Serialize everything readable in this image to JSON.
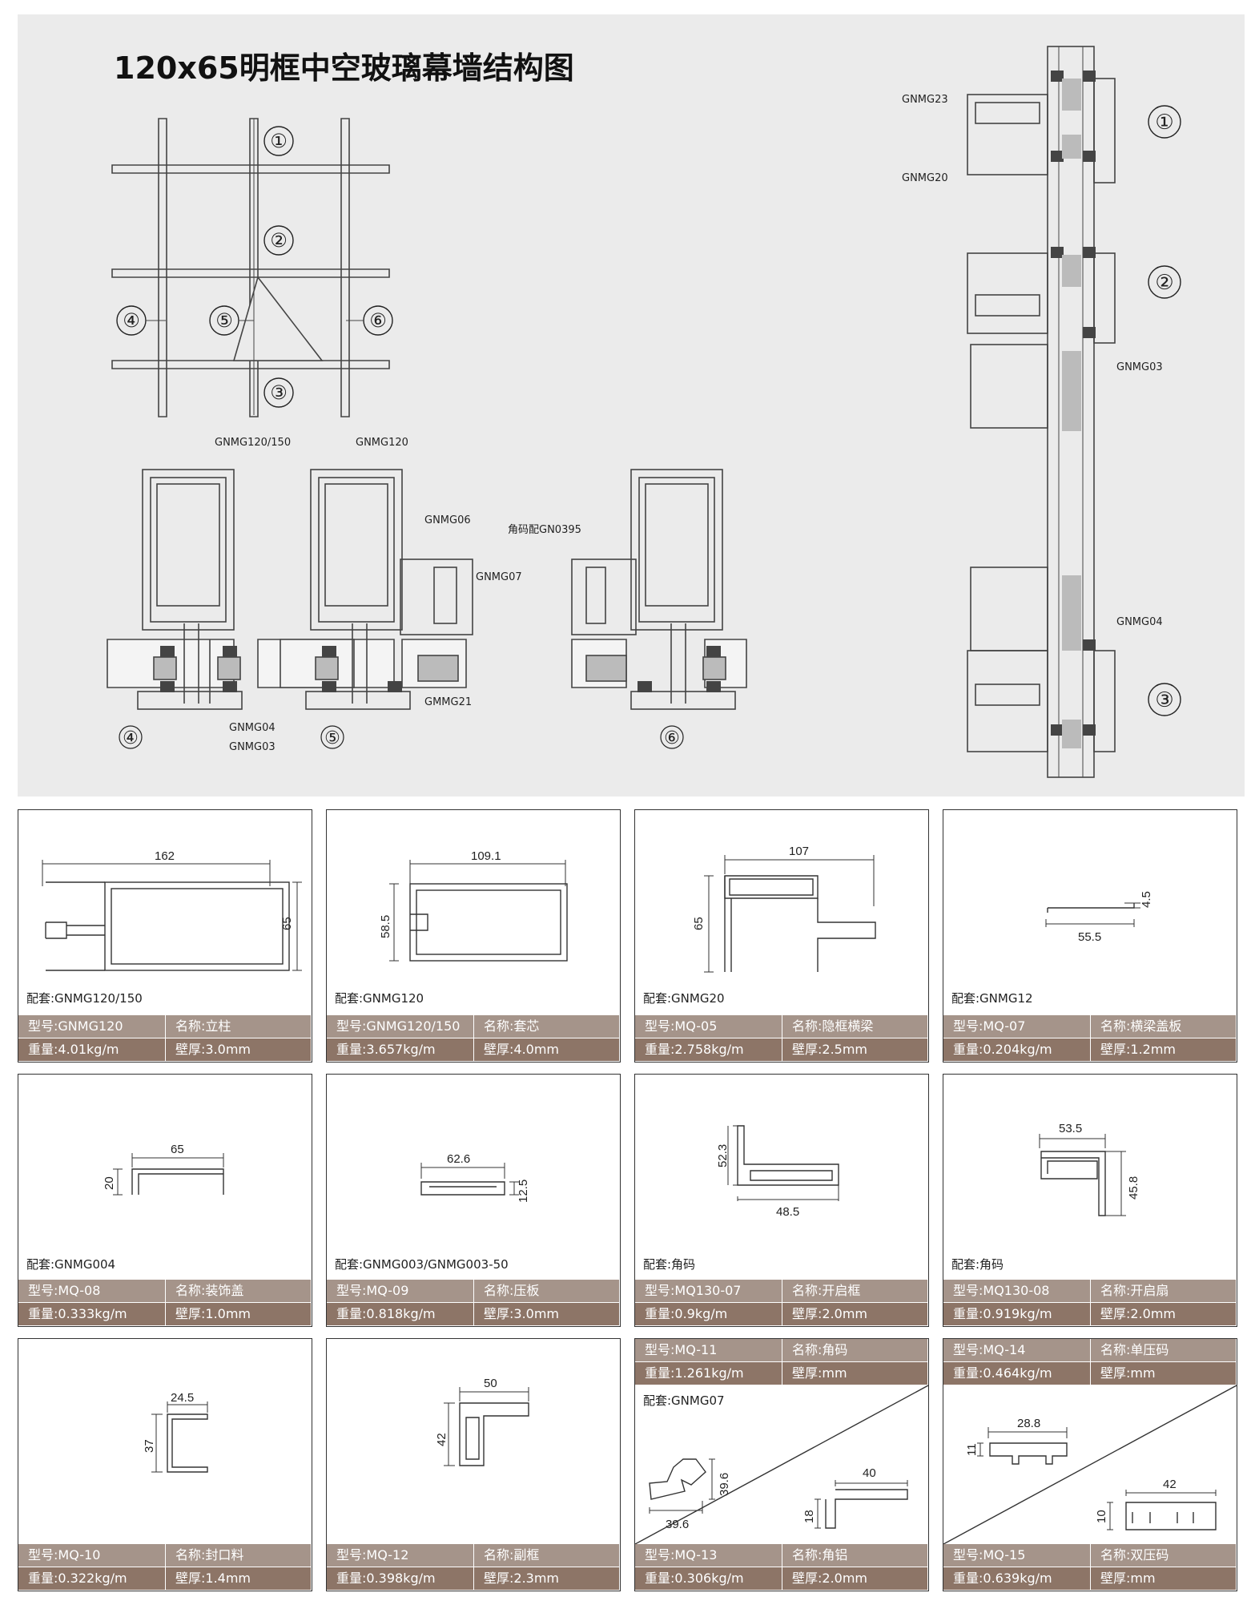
{
  "title": "120x65明框中空玻璃幕墙结构图",
  "diagram": {
    "markers": [
      "①",
      "②",
      "③",
      "④",
      "⑤",
      "⑥"
    ],
    "labels": {
      "gnmg23": "GNMG23",
      "gnmg20": "GNMG20",
      "gnmg03_right": "GNMG03",
      "gnmg04_right": "GNMG04",
      "gnmg120_150": "GNMG120/150",
      "gnmg120": "GNMG120",
      "gnmg06": "GNMG06",
      "gnmg07": "GNMG07",
      "gmmg21": "GMMG21",
      "gnmg04": "GNMG04",
      "gnmg03": "GNMG03",
      "corner": "角码配GN0395"
    }
  },
  "cards": [
    {
      "dims": [
        "162",
        "65"
      ],
      "matching": "配套:GNMG120/150",
      "model": "型号:GNMG120",
      "name": "名称:立柱",
      "weight": "重量:4.01kg/m",
      "thickness": "壁厚:3.0mm"
    },
    {
      "dims": [
        "109.1",
        "58.5"
      ],
      "matching": "配套:GNMG120",
      "model": "型号:GNMG120/150",
      "name": "名称:套芯",
      "weight": "重量:3.657kg/m",
      "thickness": "壁厚:4.0mm"
    },
    {
      "dims": [
        "107",
        "65"
      ],
      "matching": "配套:GNMG20",
      "model": "型号:MQ-05",
      "name": "名称:隐框横梁",
      "weight": "重量:2.758kg/m",
      "thickness": "壁厚:2.5mm"
    },
    {
      "dims": [
        "55.5",
        "4.5"
      ],
      "matching": "配套:GNMG12",
      "model": "型号:MQ-07",
      "name": "名称:横梁盖板",
      "weight": "重量:0.204kg/m",
      "thickness": "壁厚:1.2mm"
    },
    {
      "dims": [
        "65",
        "20"
      ],
      "matching": "配套:GNMG004",
      "model": "型号:MQ-08",
      "name": "名称:装饰盖",
      "weight": "重量:0.333kg/m",
      "thickness": "壁厚:1.0mm"
    },
    {
      "dims": [
        "62.6",
        "12.5"
      ],
      "matching": "配套:GNMG003/GNMG003-50",
      "model": "型号:MQ-09",
      "name": "名称:压板",
      "weight": "重量:0.818kg/m",
      "thickness": "壁厚:3.0mm"
    },
    {
      "dims": [
        "52.3",
        "48.5"
      ],
      "matching": "配套:角码",
      "model": "型号:MQ130-07",
      "name": "名称:开启框",
      "weight": "重量:0.9kg/m",
      "thickness": "壁厚:2.0mm"
    },
    {
      "dims": [
        "53.5",
        "45.8"
      ],
      "matching": "配套:角码",
      "model": "型号:MQ130-08",
      "name": "名称:开启扇",
      "weight": "重量:0.919kg/m",
      "thickness": "壁厚:2.0mm"
    },
    {
      "dims": [
        "24.5",
        "37"
      ],
      "matching": "",
      "model": "型号:MQ-10",
      "name": "名称:封口料",
      "weight": "重量:0.322kg/m",
      "thickness": "壁厚:1.4mm"
    },
    {
      "dims": [
        "50",
        "42"
      ],
      "matching": "",
      "model": "型号:MQ-12",
      "name": "名称:副框",
      "weight": "重量:0.398kg/m",
      "thickness": "壁厚:2.3mm"
    },
    {
      "dims": [
        "39.6",
        "39.6",
        "40",
        "18"
      ],
      "matching": "配套:GNMG07",
      "top_model": "型号:MQ-11",
      "top_name": "名称:角码",
      "top_weight": "重量:1.261kg/m",
      "top_thickness": "壁厚:mm",
      "model": "型号:MQ-13",
      "name": "名称:角铝",
      "weight": "重量:0.306kg/m",
      "thickness": "壁厚:2.0mm"
    },
    {
      "dims": [
        "28.8",
        "11",
        "42",
        "10"
      ],
      "matching": "",
      "top_model": "型号:MQ-14",
      "top_name": "名称:单压码",
      "top_weight": "重量:0.464kg/m",
      "top_thickness": "壁厚:mm",
      "model": "型号:MQ-15",
      "name": "名称:双压码",
      "weight": "重量:0.639kg/m",
      "thickness": "壁厚:mm"
    }
  ]
}
